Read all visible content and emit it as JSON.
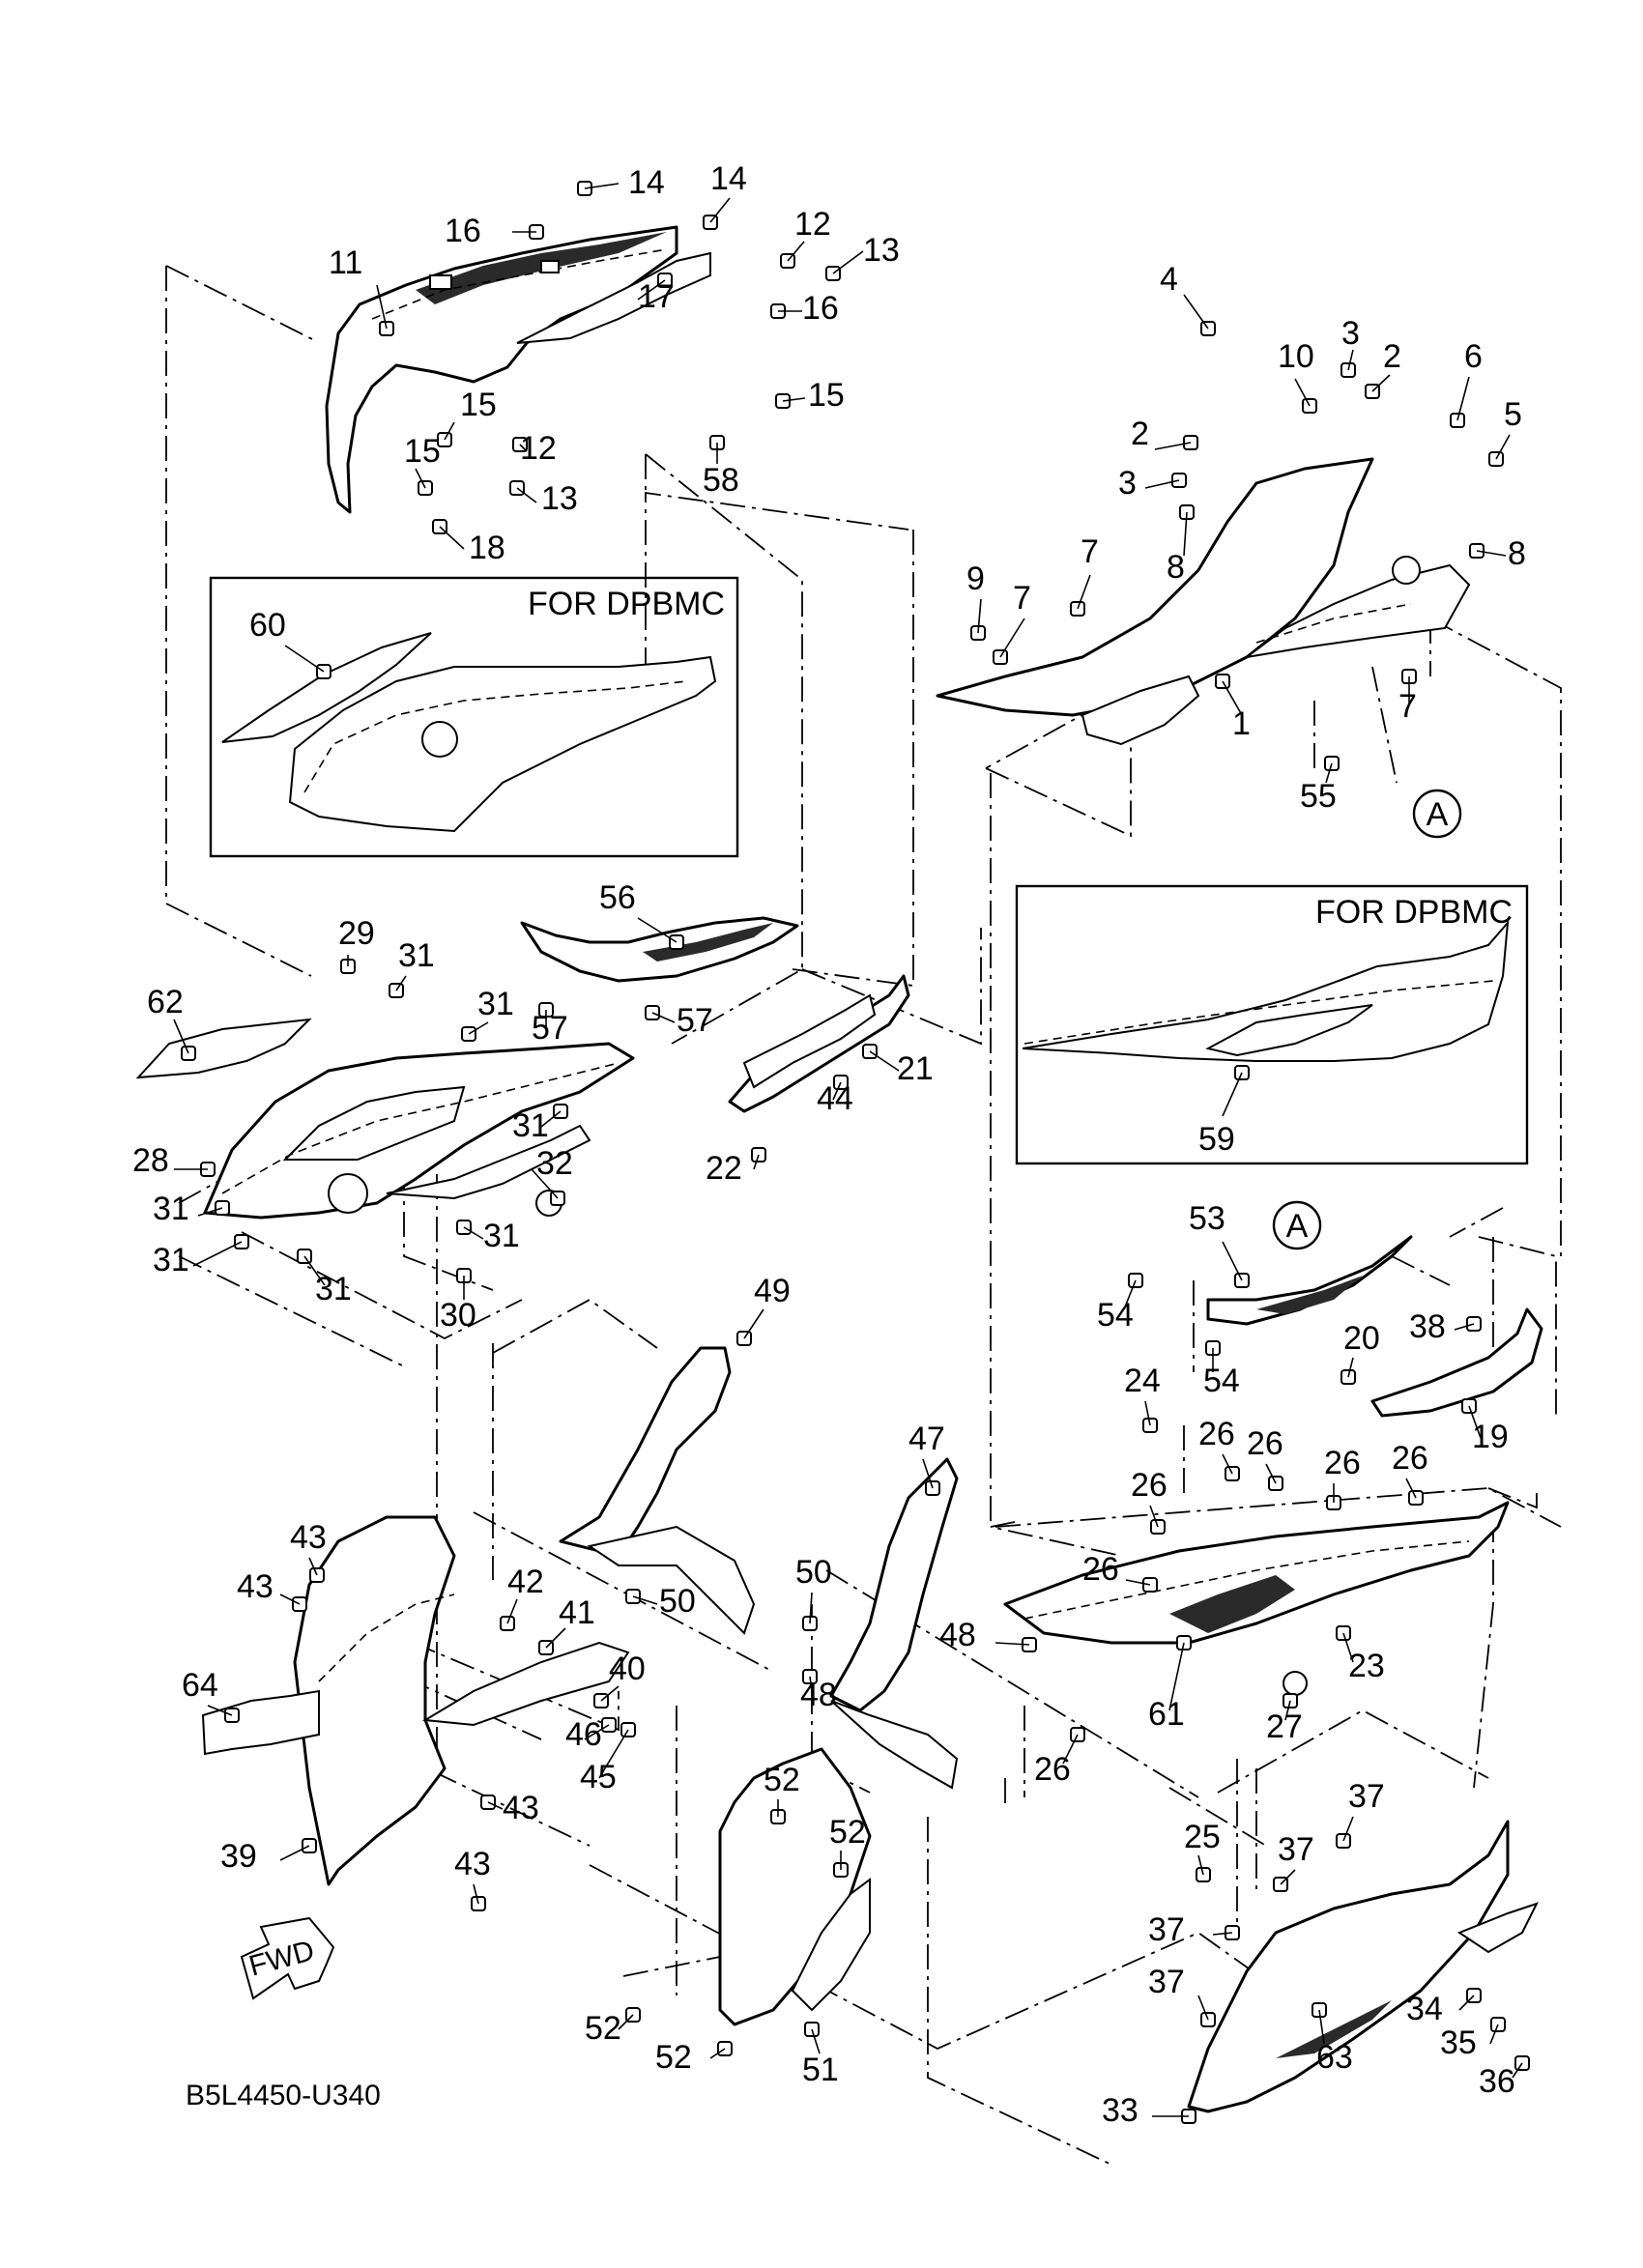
{
  "diagram": {
    "diagram_code": "B5L4450-U340",
    "direction_arrow_label": "FWD",
    "variant_boxes": [
      {
        "id": "box-upper-left",
        "title": "FOR DPBMC",
        "part": "60"
      },
      {
        "id": "box-right",
        "title": "FOR DPBMC",
        "part": "59"
      }
    ],
    "reference_markers": [
      "A",
      "A"
    ],
    "callouts": [
      {
        "id": "c-14a",
        "label": "14"
      },
      {
        "id": "c-16a",
        "label": "16"
      },
      {
        "id": "c-11",
        "label": "11"
      },
      {
        "id": "c-14b",
        "label": "14"
      },
      {
        "id": "c-12a",
        "label": "12"
      },
      {
        "id": "c-13a",
        "label": "13"
      },
      {
        "id": "c-17",
        "label": "17"
      },
      {
        "id": "c-16b",
        "label": "16"
      },
      {
        "id": "c-15a",
        "label": "15"
      },
      {
        "id": "c-15b",
        "label": "15"
      },
      {
        "id": "c-15c",
        "label": "15"
      },
      {
        "id": "c-12b",
        "label": "12"
      },
      {
        "id": "c-13b",
        "label": "13"
      },
      {
        "id": "c-58",
        "label": "58"
      },
      {
        "id": "c-18",
        "label": "18"
      },
      {
        "id": "c-4",
        "label": "4"
      },
      {
        "id": "c-3a",
        "label": "3"
      },
      {
        "id": "c-2a",
        "label": "2"
      },
      {
        "id": "c-10",
        "label": "10"
      },
      {
        "id": "c-6",
        "label": "6"
      },
      {
        "id": "c-5",
        "label": "5"
      },
      {
        "id": "c-2b",
        "label": "2"
      },
      {
        "id": "c-3b",
        "label": "3"
      },
      {
        "id": "c-8a",
        "label": "8"
      },
      {
        "id": "c-8b",
        "label": "8"
      },
      {
        "id": "c-7a",
        "label": "7"
      },
      {
        "id": "c-9",
        "label": "9"
      },
      {
        "id": "c-7b",
        "label": "7"
      },
      {
        "id": "c-1",
        "label": "1"
      },
      {
        "id": "c-7c",
        "label": "7"
      },
      {
        "id": "c-55",
        "label": "55"
      },
      {
        "id": "c-60",
        "label": "60"
      },
      {
        "id": "c-56",
        "label": "56"
      },
      {
        "id": "c-29",
        "label": "29"
      },
      {
        "id": "c-31a",
        "label": "31"
      },
      {
        "id": "c-31b",
        "label": "31"
      },
      {
        "id": "c-57a",
        "label": "57"
      },
      {
        "id": "c-57b",
        "label": "57"
      },
      {
        "id": "c-62",
        "label": "62"
      },
      {
        "id": "c-21",
        "label": "21"
      },
      {
        "id": "c-44",
        "label": "44"
      },
      {
        "id": "c-31c",
        "label": "31"
      },
      {
        "id": "c-28",
        "label": "28"
      },
      {
        "id": "c-32",
        "label": "32"
      },
      {
        "id": "c-22",
        "label": "22"
      },
      {
        "id": "c-31d",
        "label": "31"
      },
      {
        "id": "c-31e",
        "label": "31"
      },
      {
        "id": "c-31f",
        "label": "31"
      },
      {
        "id": "c-31g",
        "label": "31"
      },
      {
        "id": "c-30",
        "label": "30"
      },
      {
        "id": "c-59",
        "label": "59"
      },
      {
        "id": "c-53",
        "label": "53"
      },
      {
        "id": "c-54a",
        "label": "54"
      },
      {
        "id": "c-54b",
        "label": "54"
      },
      {
        "id": "c-38",
        "label": "38"
      },
      {
        "id": "c-20",
        "label": "20"
      },
      {
        "id": "c-19",
        "label": "19"
      },
      {
        "id": "c-49",
        "label": "49"
      },
      {
        "id": "c-24",
        "label": "24"
      },
      {
        "id": "c-26a",
        "label": "26"
      },
      {
        "id": "c-26b",
        "label": "26"
      },
      {
        "id": "c-26c",
        "label": "26"
      },
      {
        "id": "c-26d",
        "label": "26"
      },
      {
        "id": "c-26e",
        "label": "26"
      },
      {
        "id": "c-26f",
        "label": "26"
      },
      {
        "id": "c-26g",
        "label": "26"
      },
      {
        "id": "c-47",
        "label": "47"
      },
      {
        "id": "c-43a",
        "label": "43"
      },
      {
        "id": "c-43b",
        "label": "43"
      },
      {
        "id": "c-43c",
        "label": "43"
      },
      {
        "id": "c-43d",
        "label": "43"
      },
      {
        "id": "c-42",
        "label": "42"
      },
      {
        "id": "c-41",
        "label": "41"
      },
      {
        "id": "c-40",
        "label": "40"
      },
      {
        "id": "c-50a",
        "label": "50"
      },
      {
        "id": "c-50b",
        "label": "50"
      },
      {
        "id": "c-48a",
        "label": "48"
      },
      {
        "id": "c-48b",
        "label": "48"
      },
      {
        "id": "c-23",
        "label": "23"
      },
      {
        "id": "c-61",
        "label": "61"
      },
      {
        "id": "c-27",
        "label": "27"
      },
      {
        "id": "c-64",
        "label": "64"
      },
      {
        "id": "c-46",
        "label": "46"
      },
      {
        "id": "c-45",
        "label": "45"
      },
      {
        "id": "c-39",
        "label": "39"
      },
      {
        "id": "c-52a",
        "label": "52"
      },
      {
        "id": "c-52b",
        "label": "52"
      },
      {
        "id": "c-52c",
        "label": "52"
      },
      {
        "id": "c-52d",
        "label": "52"
      },
      {
        "id": "c-25",
        "label": "25"
      },
      {
        "id": "c-37a",
        "label": "37"
      },
      {
        "id": "c-37b",
        "label": "37"
      },
      {
        "id": "c-37c",
        "label": "37"
      },
      {
        "id": "c-37d",
        "label": "37"
      },
      {
        "id": "c-34",
        "label": "34"
      },
      {
        "id": "c-35",
        "label": "35"
      },
      {
        "id": "c-36",
        "label": "36"
      },
      {
        "id": "c-33",
        "label": "33"
      },
      {
        "id": "c-63",
        "label": "63"
      },
      {
        "id": "c-51",
        "label": "51"
      }
    ]
  }
}
